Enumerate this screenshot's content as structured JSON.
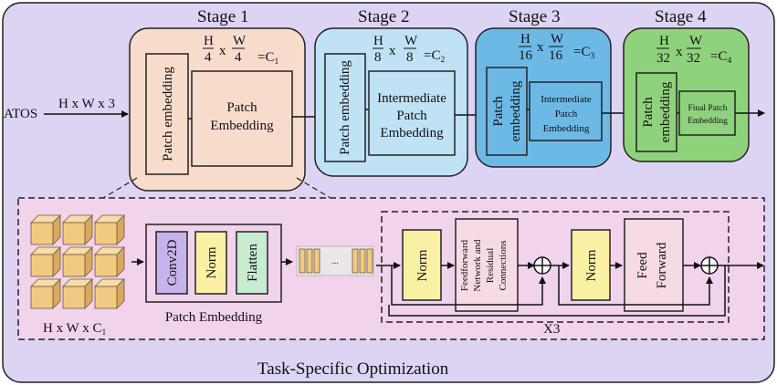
{
  "input": {
    "label": "ATOS",
    "dims": "H x W x 3"
  },
  "stages": [
    {
      "title": "Stage 1",
      "frac_num": "H",
      "frac_den": "4",
      "frac_num2": "W",
      "frac_den2": "4",
      "eq": "=C",
      "sub": "1",
      "side_label": "Patch embedding",
      "inner_line1": "Patch",
      "inner_line2": "Embedding",
      "inner_line3": ""
    },
    {
      "title": "Stage 2",
      "frac_num": "H",
      "frac_den": "8",
      "frac_num2": "W",
      "frac_den2": "8",
      "eq": "=C",
      "sub": "2",
      "side_label": "Patch embedding",
      "inner_line1": "Intermediate",
      "inner_line2": "Patch",
      "inner_line3": "Embedding"
    },
    {
      "title": "Stage 3",
      "frac_num": "H",
      "frac_den": "16",
      "frac_num2": "W",
      "frac_den2": "16",
      "eq": "=C",
      "sub": "3",
      "side_label_1": "Patch",
      "side_label_2": "embedding",
      "inner_line1": "Intermediate",
      "inner_line2": "Patch",
      "inner_line3": "Embedding"
    },
    {
      "title": "Stage 4",
      "frac_num": "H",
      "frac_den": "32",
      "frac_num2": "W",
      "frac_den2": "32",
      "eq": "=C",
      "sub": "4",
      "side_label_1": "Patch",
      "side_label_2": "embedding",
      "inner_line1": "Final Patch",
      "inner_line2": "Embedding"
    }
  ],
  "detail": {
    "cube_label": "H x W x C",
    "cube_sub": "1",
    "blocks": [
      "Conv2D",
      "Norm",
      "Flatten"
    ],
    "patch_caption": "Patch Embedding",
    "token_dots": "...",
    "norm1": "Norm",
    "ffn_lines": [
      "Feedforward",
      "Network and",
      "Residual",
      "Connections"
    ],
    "norm2": "Norm",
    "ff_line1": "Feed",
    "ff_line2": "Forward",
    "repeat": "X3"
  },
  "footer": "Task-Specific Optimization",
  "colors": {
    "outer_bg": "#ddd3f2",
    "stage1": "#f8dccb",
    "stage2": "#bfe2f5",
    "stage3": "#6db9e6",
    "stage4": "#8fd27c",
    "detail_bg": "#f1d3ec",
    "cube": "#f2c982",
    "conv": "#c7b3ec",
    "norm": "#fbf1a4",
    "flatten": "#c7ecd0",
    "ffn": "#f7dbe4"
  }
}
